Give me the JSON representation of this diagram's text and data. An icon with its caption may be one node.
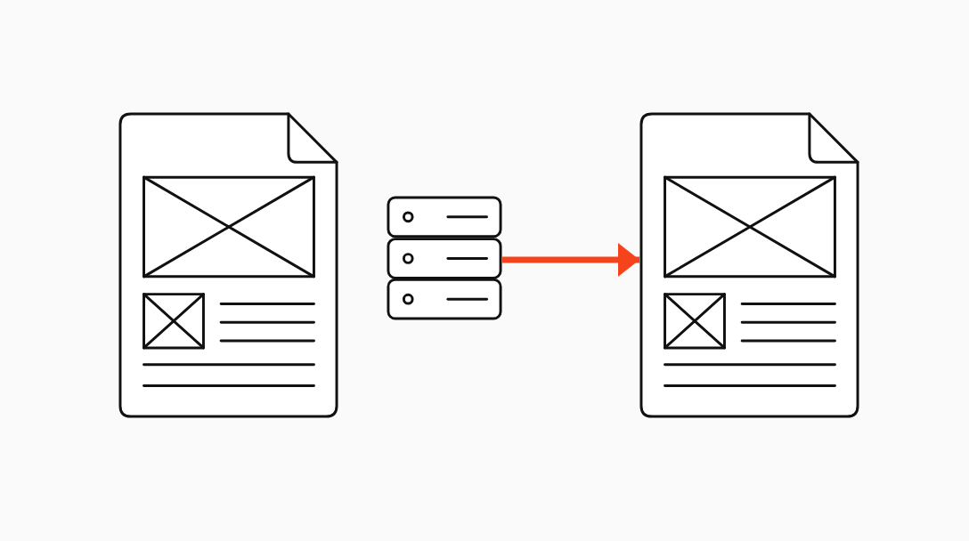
{
  "diagram": {
    "nodes": [
      {
        "text": [],
        "shape": "picture"
      },
      {
        "text": [],
        "shape": "picture"
      },
      {
        "text": [],
        "shape": "picture"
      }
    ],
    "edges": [
      {
        "from": 1,
        "to": 2,
        "arrow": "to",
        "color": "#f5431b"
      }
    ]
  }
}
